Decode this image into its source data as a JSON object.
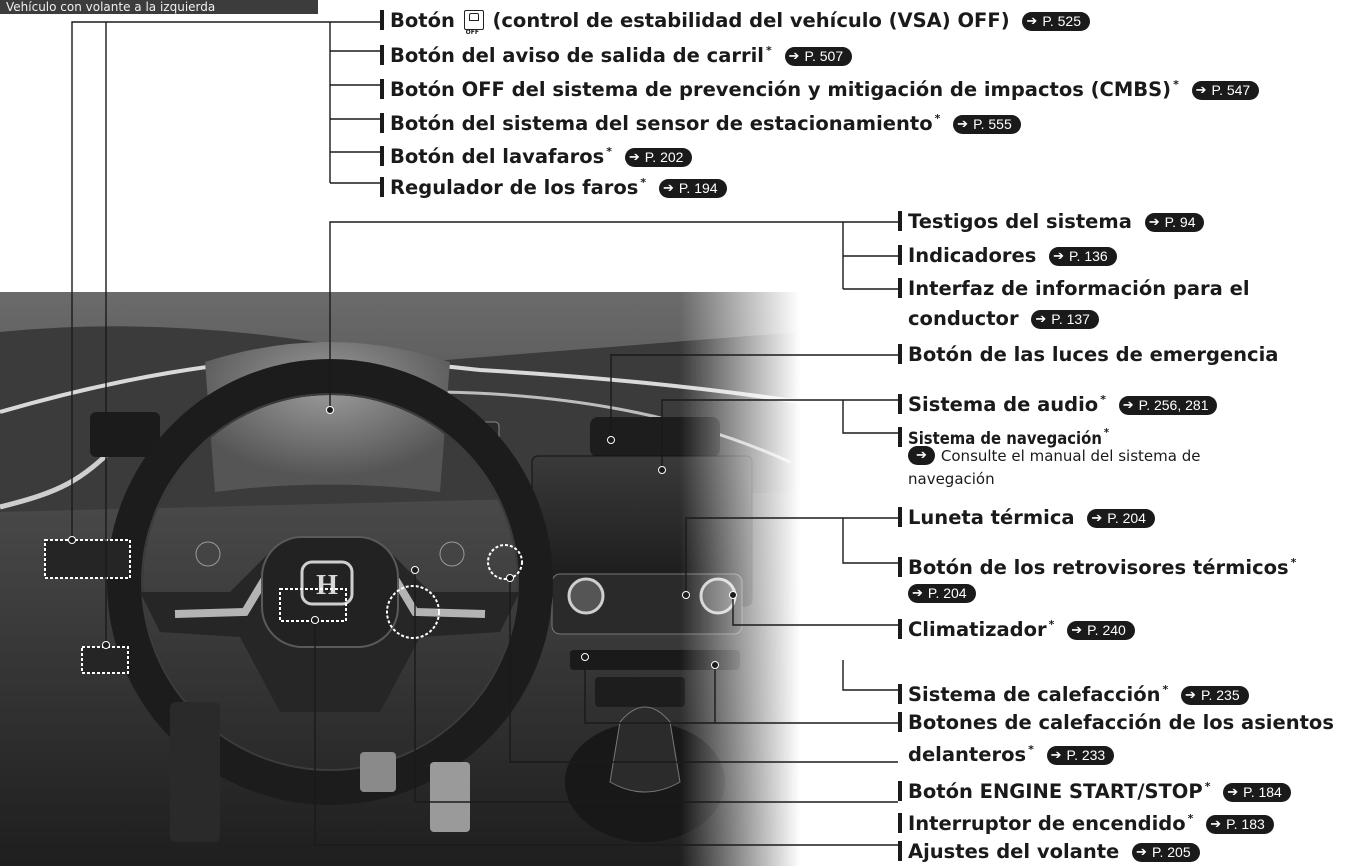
{
  "header": {
    "tab_label": "Vehículo con volante a la izquierda"
  },
  "top_callouts": [
    {
      "pre": "Botón ",
      "text": " (control de estabilidad del vehículo (VSA) OFF)",
      "asterisk": false,
      "ref": "P. 525",
      "icon": "vsa-off-icon"
    },
    {
      "text": "Botón del aviso de salida de carril",
      "asterisk": true,
      "ref": "P. 507"
    },
    {
      "text": "Botón OFF del sistema de prevención y mitigación de impactos (CMBS)",
      "asterisk": true,
      "ref": "P. 547"
    },
    {
      "text": "Botón del sistema del sensor de estacionamiento",
      "asterisk": true,
      "ref": "P. 555"
    },
    {
      "text": "Botón del lavafaros",
      "asterisk": true,
      "ref": "P. 202"
    },
    {
      "text": "Regulador de los faros",
      "asterisk": true,
      "ref": "P. 194"
    }
  ],
  "right_callouts": {
    "testigos": {
      "text": "Testigos del sistema",
      "ref": "P. 94"
    },
    "indicadores": {
      "text": "Indicadores",
      "ref": "P. 136"
    },
    "interfaz_1": {
      "text": "Interfaz de información para el"
    },
    "interfaz_2": {
      "text": "conductor",
      "ref": "P. 137"
    },
    "emergencia": {
      "text": "Botón de las luces de emergencia"
    },
    "audio": {
      "text": "Sistema de audio",
      "asterisk": true,
      "ref": "P. 256, 281"
    },
    "navegacion": {
      "text": "Sistema de navegación",
      "asterisk": true
    },
    "navegacion_sub_1": {
      "text": "Consulte el manual del sistema de"
    },
    "navegacion_sub_2": {
      "text": "navegación"
    },
    "luneta": {
      "text": "Luneta térmica",
      "ref": "P. 204"
    },
    "retrovisores": {
      "text": "Botón de los retrovisores térmicos",
      "asterisk": true
    },
    "retrovisores_ref": {
      "ref": "P. 204"
    },
    "climatizador": {
      "text": "Climatizador",
      "asterisk": true,
      "ref": "P. 240"
    },
    "calefaccion": {
      "text": "Sistema de calefacción",
      "asterisk": true,
      "ref": "P. 235"
    },
    "asientos_1": {
      "text": "Botones de calefacción de los asientos"
    },
    "asientos_2": {
      "text": "delanteros",
      "asterisk": true,
      "ref": "P. 233"
    },
    "engine": {
      "text": "Botón ENGINE START/STOP",
      "asterisk": true,
      "ref": "P. 184"
    },
    "interruptor": {
      "text": "Interruptor de encendido",
      "asterisk": true,
      "ref": "P. 183"
    },
    "ajustes": {
      "text": "Ajustes del volante",
      "ref": "P. 205"
    }
  },
  "photo": {
    "logo_letter": "H",
    "hazard_symbol": "▲"
  },
  "colors": {
    "text": "#1a1a1a",
    "tab_bg": "#3c3c3c",
    "dash_dark": "#2b2b2b",
    "wheel": "#1c1c1c",
    "silver": "#9a9a9a"
  }
}
